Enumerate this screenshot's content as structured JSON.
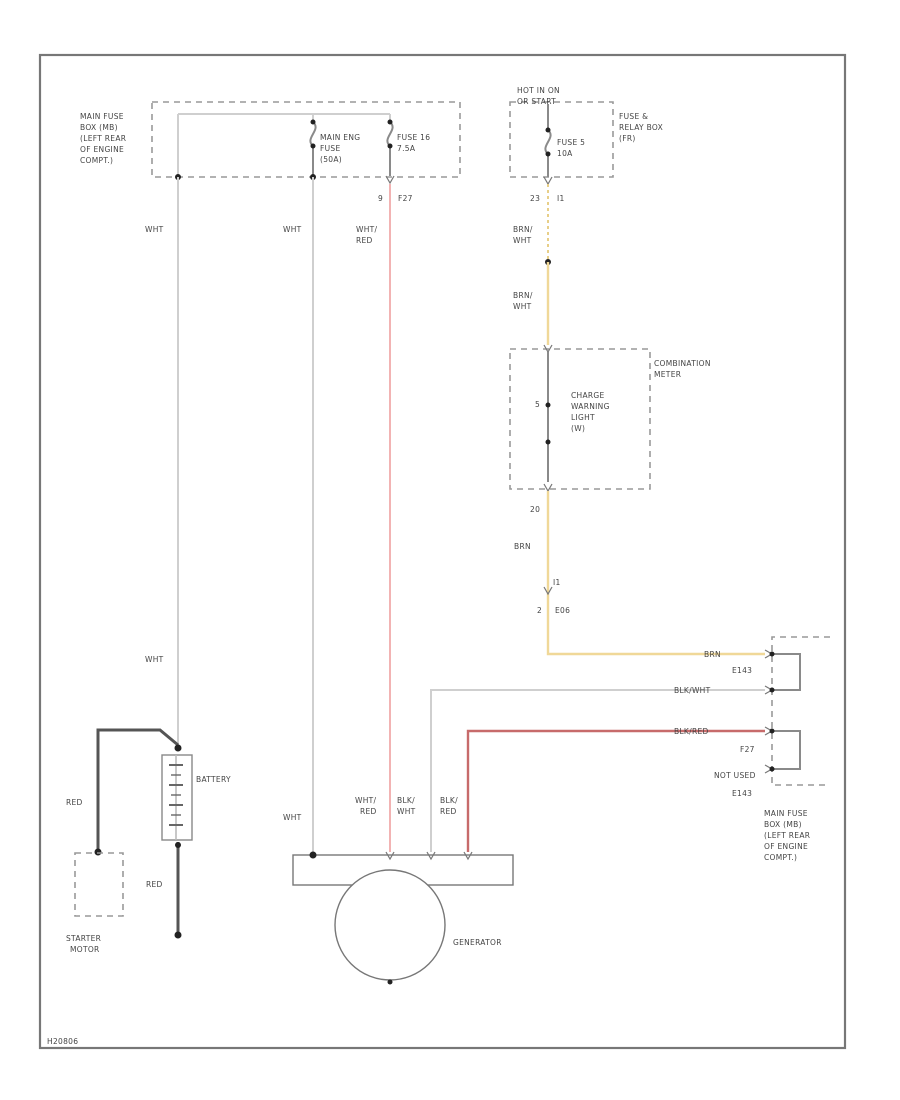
{
  "diagram": {
    "footer_code": "H20806",
    "fuse_box_top": {
      "label": [
        "MAIN FUSE",
        "BOX (MB)",
        "(LEFT REAR",
        "OF ENGINE",
        "COMPT.)"
      ]
    },
    "main_eng_fuse": {
      "label": [
        "MAIN ENG",
        "FUSE",
        "(50A)"
      ]
    },
    "fuse_16": {
      "label": [
        "FUSE 16",
        "7.5A"
      ]
    },
    "hot_in_run": {
      "label": [
        "HOT IN ON",
        "OR START"
      ]
    },
    "fuse_5": {
      "label": [
        "FUSE 5",
        "10A"
      ]
    },
    "fuse_relay_box": {
      "label": [
        "FUSE &",
        "RELAY BOX",
        "(FR)"
      ]
    },
    "connector_f27_top": {
      "pin": "9",
      "name": "F27"
    },
    "connector_23_top": {
      "pin": "23",
      "name": "I1"
    },
    "wires": {
      "wht_left": "WHT",
      "wht_mid": "WHT",
      "wht_red_top": [
        "WHT/",
        "RED"
      ],
      "brn_wht_1": [
        "BRN/",
        "WHT"
      ],
      "brn_wht_2": [
        "BRN/",
        "WHT"
      ],
      "brn": "BRN",
      "wht_left_low": "WHT",
      "wht_mid_low": "WHT",
      "red_starter": "RED",
      "red_bat": "RED",
      "gen_wht_red": [
        "WHT/",
        "RED"
      ],
      "gen_blk_wht": [
        "BLK/",
        "WHT"
      ],
      "gen_blk_red": [
        "BLK/",
        "RED"
      ],
      "brn_right": "BRN",
      "blk_wht_right": "BLK/WHT",
      "blk_red_right": "BLK/RED",
      "brn_low": "BRN"
    },
    "combination_meter": {
      "label": [
        "COMBINATION",
        "METER"
      ]
    },
    "charge_light": {
      "label": [
        "CHARGE",
        "WARNING",
        "LIGHT",
        "(W)"
      ],
      "pin": "5"
    },
    "meter_pin_bottom": "20",
    "connector_low": {
      "pin": "I1",
      "pin2": "2",
      "name": "E06"
    },
    "e143": "E143",
    "f27": "F27",
    "not_used": "NOT USED",
    "e143_b": "E143",
    "fuse_box_bottom": {
      "label": [
        "MAIN FUSE",
        "BOX (MB)",
        "(LEFT REAR",
        "OF ENGINE",
        "COMPT.)"
      ]
    },
    "battery": "BATTERY",
    "starter": [
      "STARTER",
      "MOTOR"
    ],
    "generator": "GENERATOR"
  }
}
